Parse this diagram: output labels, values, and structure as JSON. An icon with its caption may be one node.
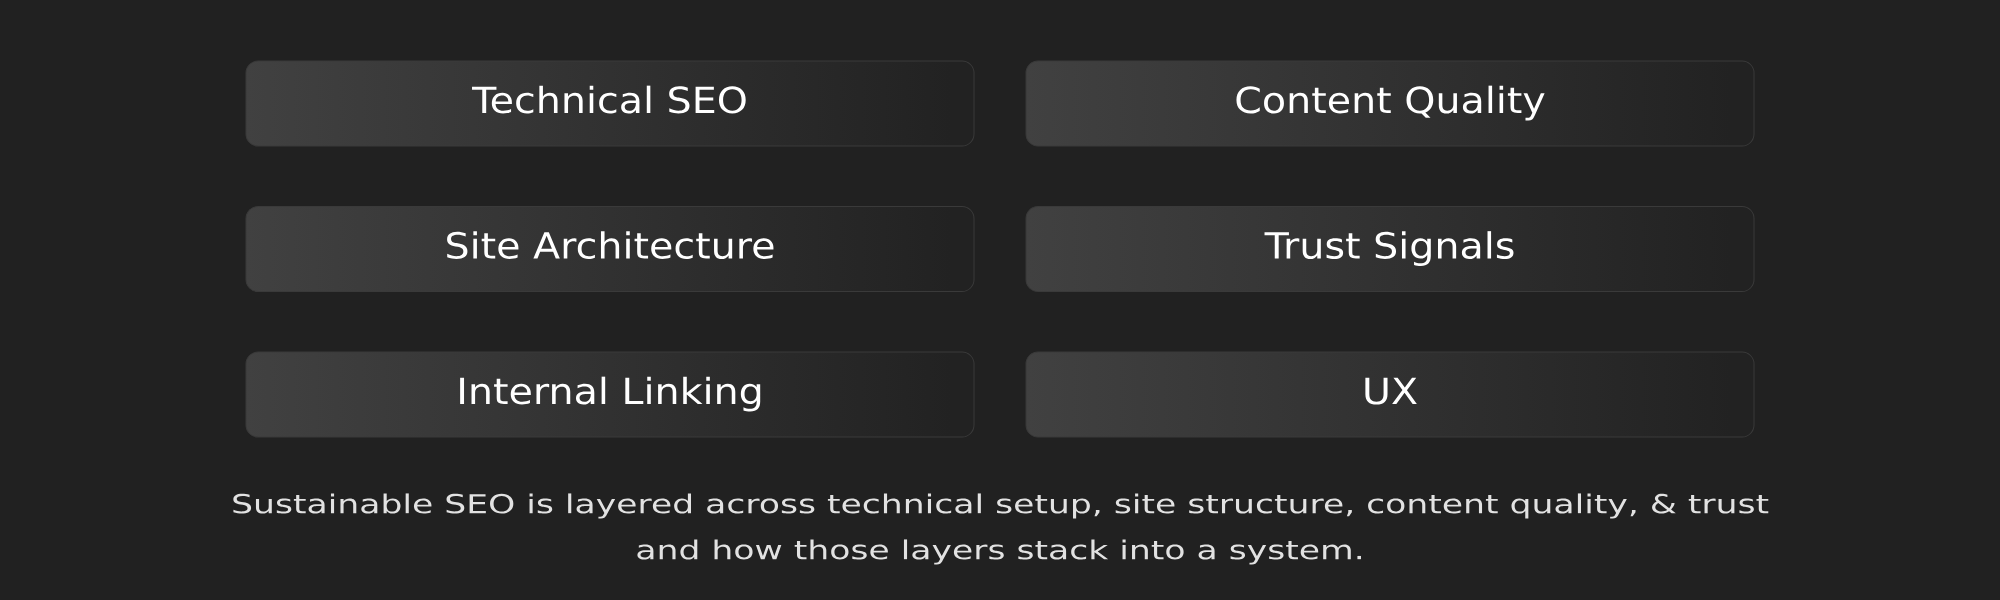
{
  "diagram": {
    "caption": "Sustainable SEO is layered across technical setup, site structure, content quality, & trust and how those layers stack into a system.",
    "nodes": [
      {
        "text": [
          "Technical SEO"
        ]
      },
      {
        "text": [
          "Content Quality"
        ]
      },
      {
        "text": [
          "Site Architecture"
        ]
      },
      {
        "text": [
          "Trust Signals"
        ]
      },
      {
        "text": [
          "Internal Linking"
        ]
      },
      {
        "text": [
          "UX"
        ]
      }
    ]
  }
}
